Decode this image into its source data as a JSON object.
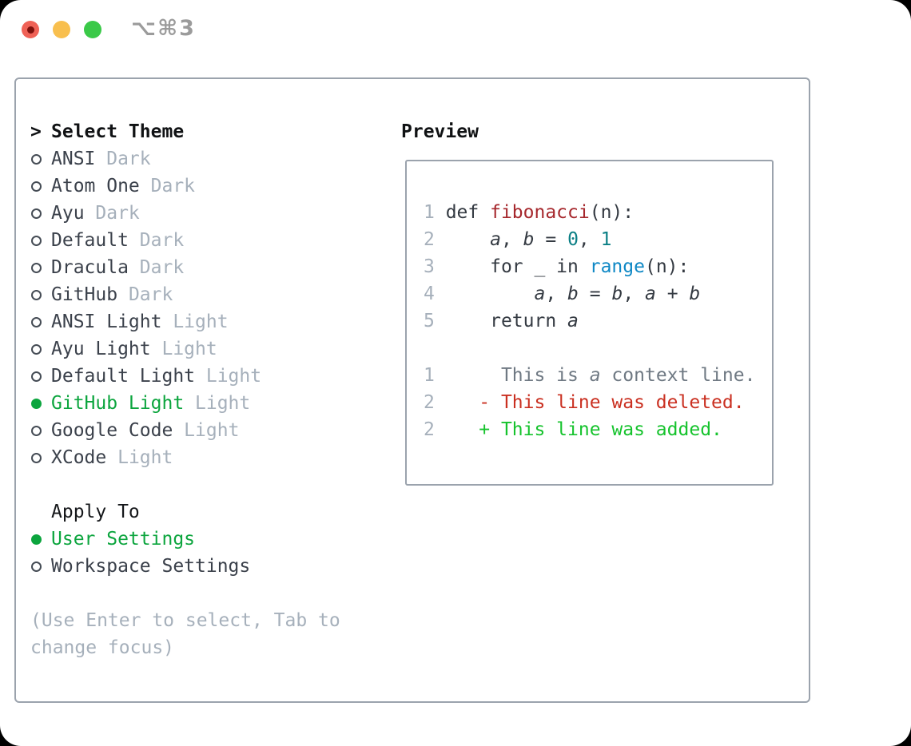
{
  "window": {
    "title": "⌥⌘3"
  },
  "traffic_lights": {
    "close_color": "#ef6156",
    "close_inner_dot_color": "#7e100c",
    "minimize_color": "#f8bf4e",
    "zoom_color": "#3ac948"
  },
  "theme_panel": {
    "heading": {
      "prompt": ">",
      "label": "Select Theme"
    },
    "themes": [
      {
        "name": "ANSI",
        "variant": "Dark",
        "selected": false
      },
      {
        "name": "Atom One",
        "variant": "Dark",
        "selected": false
      },
      {
        "name": "Ayu",
        "variant": "Dark",
        "selected": false
      },
      {
        "name": "Default",
        "variant": "Dark",
        "selected": false
      },
      {
        "name": "Dracula",
        "variant": "Dark",
        "selected": false
      },
      {
        "name": "GitHub",
        "variant": "Dark",
        "selected": false
      },
      {
        "name": "ANSI Light",
        "variant": "Light",
        "selected": false
      },
      {
        "name": "Ayu Light",
        "variant": "Light",
        "selected": false
      },
      {
        "name": "Default Light",
        "variant": "Light",
        "selected": false
      },
      {
        "name": "GitHub Light",
        "variant": "Light",
        "selected": true
      },
      {
        "name": "Google Code",
        "variant": "Light",
        "selected": false
      },
      {
        "name": "XCode",
        "variant": "Light",
        "selected": false
      }
    ],
    "apply_to": {
      "heading": "Apply To",
      "options": [
        {
          "label": "User Settings",
          "selected": true
        },
        {
          "label": "Workspace Settings",
          "selected": false
        }
      ]
    },
    "help_lines": [
      "(Use Enter to select, Tab to",
      "change focus)"
    ]
  },
  "preview": {
    "heading": "Preview",
    "lines": [
      {
        "num": "1",
        "segments": [
          {
            "t": "def ",
            "c": "code"
          },
          {
            "t": "fibonacci",
            "c": "func"
          },
          {
            "t": "(n):",
            "c": "code"
          }
        ]
      },
      {
        "num": "2",
        "segments": [
          {
            "t": "    ",
            "c": "code"
          },
          {
            "t": "a",
            "c": "var"
          },
          {
            "t": ", ",
            "c": "code"
          },
          {
            "t": "b",
            "c": "var"
          },
          {
            "t": " = ",
            "c": "code"
          },
          {
            "t": "0",
            "c": "num"
          },
          {
            "t": ", ",
            "c": "code"
          },
          {
            "t": "1",
            "c": "num"
          }
        ]
      },
      {
        "num": "3",
        "segments": [
          {
            "t": "    for _ in ",
            "c": "code"
          },
          {
            "t": "range",
            "c": "builtin"
          },
          {
            "t": "(n):",
            "c": "code"
          }
        ]
      },
      {
        "num": "4",
        "segments": [
          {
            "t": "        ",
            "c": "code"
          },
          {
            "t": "a",
            "c": "var"
          },
          {
            "t": ", ",
            "c": "code"
          },
          {
            "t": "b",
            "c": "var"
          },
          {
            "t": " = ",
            "c": "code"
          },
          {
            "t": "b",
            "c": "var"
          },
          {
            "t": ", ",
            "c": "code"
          },
          {
            "t": "a",
            "c": "var"
          },
          {
            "t": " + ",
            "c": "code"
          },
          {
            "t": "b",
            "c": "var"
          }
        ]
      },
      {
        "num": "5",
        "segments": [
          {
            "t": "    return ",
            "c": "code"
          },
          {
            "t": "a",
            "c": "var"
          }
        ]
      },
      {
        "num": "",
        "segments": []
      },
      {
        "num": "1",
        "segments": [
          {
            "t": "     This is ",
            "c": "ctx"
          },
          {
            "t": "a",
            "c": "ctxvar"
          },
          {
            "t": " context line.",
            "c": "ctx"
          }
        ]
      },
      {
        "num": "2",
        "segments": [
          {
            "t": "   - This line was deleted.",
            "c": "del"
          }
        ]
      },
      {
        "num": "2",
        "segments": [
          {
            "t": "   + This line was added.",
            "c": "add"
          }
        ]
      }
    ]
  },
  "colors": {
    "panel_border": "#9ba3ad",
    "heading_text": "#101214",
    "theme_name": "#3b414b",
    "variant_tag": "#a6b0bb",
    "selection_green": "#0ca53e",
    "line_number": "#a6b0bb",
    "code_text": "#343a42",
    "function_red": "#a6282d",
    "number_teal": "#0b7f85",
    "builtin_blue": "#0f88c5",
    "diff_context_gray": "#6f7983",
    "diff_deleted_red": "#ca3021",
    "diff_added_green": "#16c32d",
    "title_gray": "#9b9b9b"
  }
}
